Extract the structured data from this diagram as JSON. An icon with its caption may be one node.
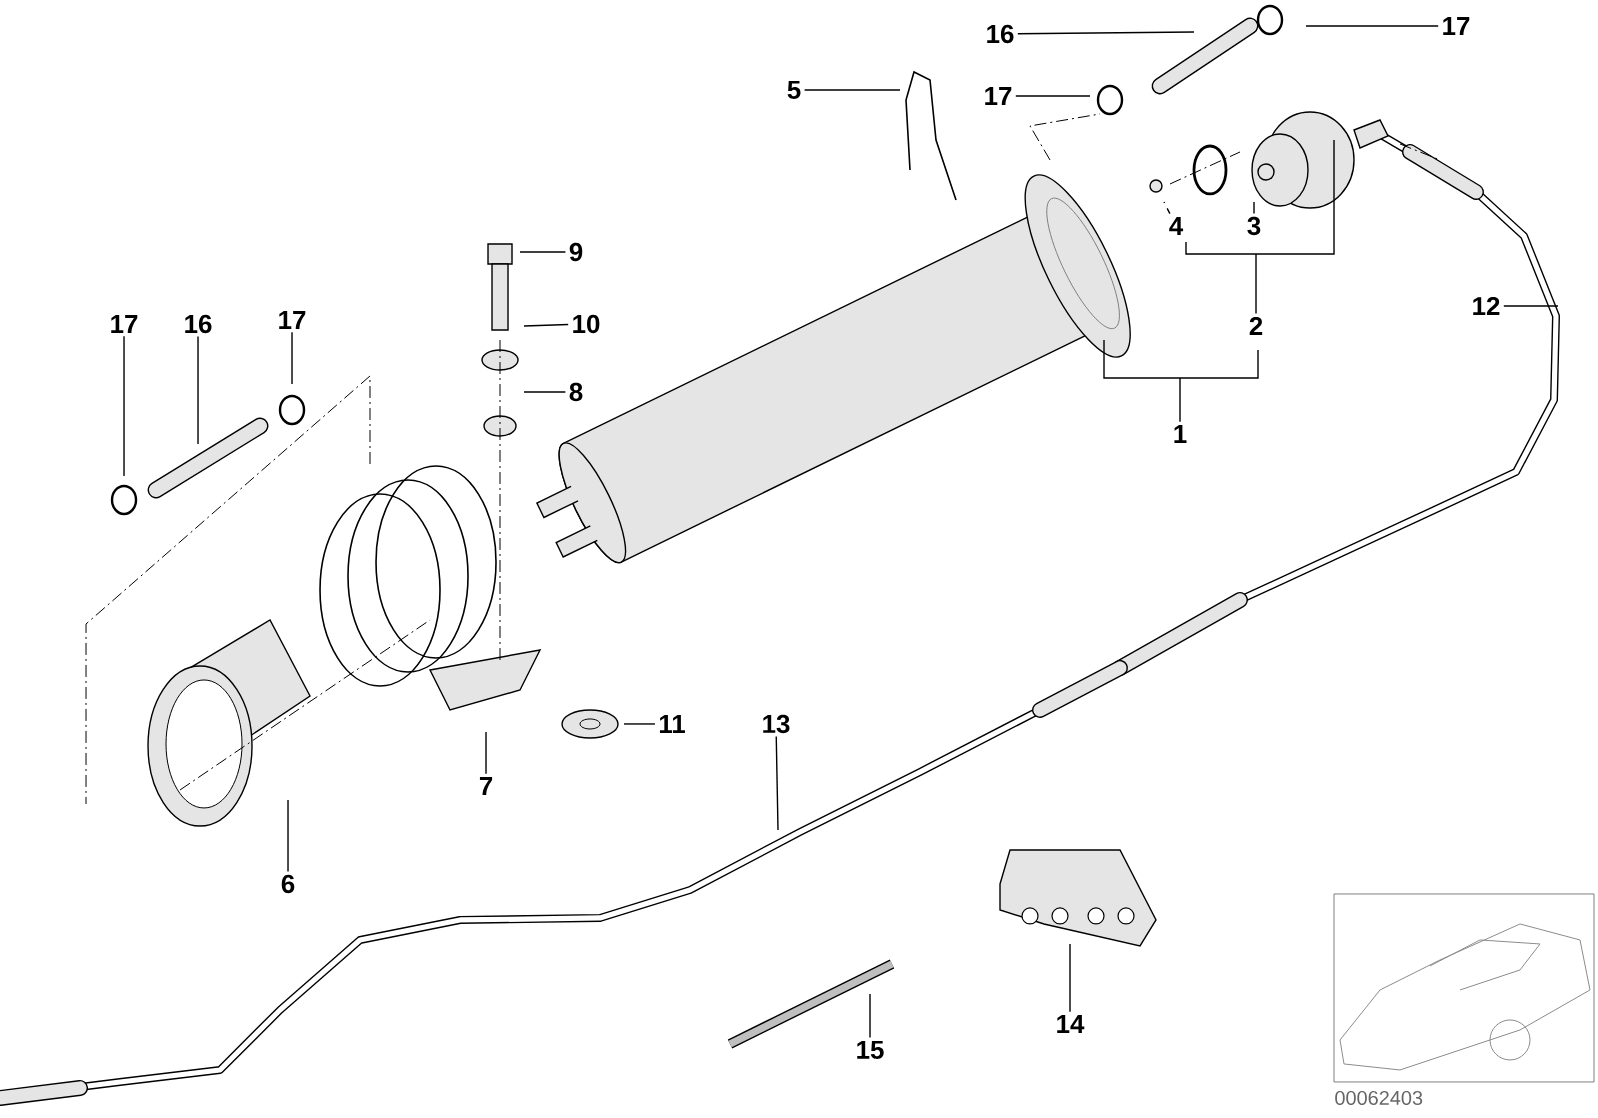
{
  "diagram": {
    "nodes": [
      {
        "text": [
          "5"
        ]
      },
      {
        "text": [
          "16"
        ]
      },
      {
        "text": [
          "17"
        ]
      },
      {
        "text": [
          "17"
        ]
      },
      {
        "text": [
          "4"
        ]
      },
      {
        "text": [
          "3"
        ]
      },
      {
        "text": [
          "9"
        ]
      },
      {
        "text": [
          "12"
        ]
      },
      {
        "text": [
          "17"
        ]
      },
      {
        "text": [
          "16"
        ]
      },
      {
        "text": [
          "17"
        ]
      },
      {
        "text": [
          "10"
        ]
      },
      {
        "text": [
          "2"
        ]
      },
      {
        "text": [
          "8"
        ]
      },
      {
        "text": [
          "1"
        ]
      },
      {
        "text": [
          "11"
        ]
      },
      {
        "text": [
          "13"
        ]
      },
      {
        "text": [
          "7"
        ]
      },
      {
        "text": [
          "6"
        ]
      },
      {
        "text": [
          "14"
        ]
      },
      {
        "text": [
          "15"
        ]
      }
    ],
    "edges": [
      {
        "from": 0,
        "to": null,
        "arrow": "none"
      },
      {
        "from": 1,
        "to": null,
        "arrow": "none"
      },
      {
        "from": 2,
        "to": null,
        "arrow": "none"
      },
      {
        "from": 3,
        "to": null,
        "arrow": "none"
      },
      {
        "from": 4,
        "to": null,
        "arrow": "none",
        "style": "dashed"
      },
      {
        "from": 5,
        "to": null,
        "arrow": "none"
      },
      {
        "from": 6,
        "to": null,
        "arrow": "none"
      },
      {
        "from": 7,
        "to": null,
        "arrow": "none"
      },
      {
        "from": 8,
        "to": null,
        "arrow": "none"
      },
      {
        "from": 9,
        "to": null,
        "arrow": "none"
      },
      {
        "from": 10,
        "to": null,
        "arrow": "none"
      },
      {
        "from": 11,
        "to": null,
        "arrow": "none"
      },
      {
        "from": 12,
        "to": null,
        "arrow": "none"
      },
      {
        "from": 13,
        "to": null,
        "arrow": "none"
      },
      {
        "from": 14,
        "to": null,
        "arrow": "none"
      },
      {
        "from": 15,
        "to": null,
        "arrow": "none"
      },
      {
        "from": 16,
        "to": null,
        "arrow": "none"
      },
      {
        "from": 17,
        "to": null,
        "arrow": "none"
      },
      {
        "from": 18,
        "to": null,
        "arrow": "none"
      },
      {
        "from": 19,
        "to": null,
        "arrow": "none"
      },
      {
        "from": 20,
        "to": null,
        "arrow": "none"
      }
    ],
    "labels": [
      "00062403"
    ]
  }
}
